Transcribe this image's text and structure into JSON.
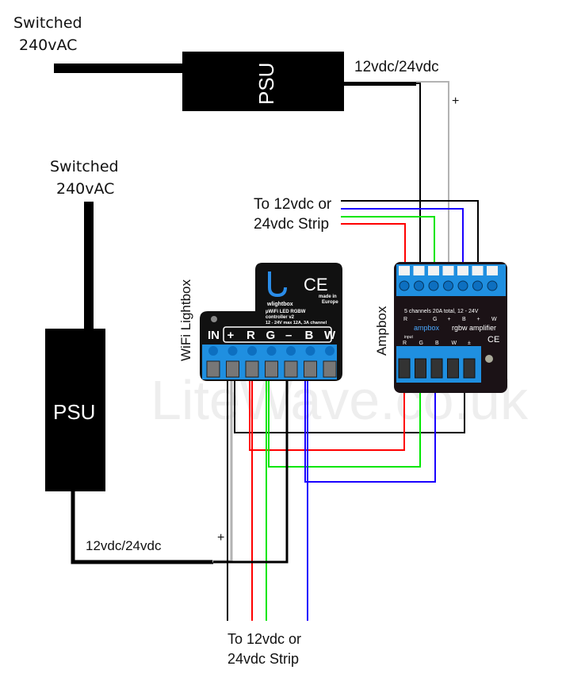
{
  "diagram": {
    "watermark": "LiteWave.co.uk",
    "top_psu": {
      "input_label_line1": "Switched",
      "input_label_line2": "240vAC",
      "name": "PSU",
      "output_label": "12vdc/24vdc",
      "positive_marker": "+"
    },
    "left_psu": {
      "input_label_line1": "Switched",
      "input_label_line2": "240vAC",
      "name": "PSU",
      "output_label": "12vdc/24vdc",
      "positive_marker": "+"
    },
    "lightbox": {
      "side_label": "WiFi Lightbox",
      "brand": "wlightbox",
      "ce_mark": "CE",
      "made_in_line1": "made in",
      "made_in_line2": "Europe",
      "desc_line1": "µWiFi LED RGBW",
      "desc_line2": "controller v2",
      "desc_line3": "12 - 24V max 12A, 3A channel",
      "terminals": [
        "IN",
        "+",
        "R",
        "G",
        "–",
        "B",
        "W"
      ]
    },
    "ampbox": {
      "side_label": "Ampbox",
      "spec": "5 channels 20A total, 12 - 24V",
      "output_terminals": [
        "R",
        "–",
        "G",
        "+",
        "B",
        "+",
        "W"
      ],
      "brand": "ampbox",
      "subtitle": "rgbw amplifier",
      "input_label": "input",
      "input_terminals": [
        "R",
        "G",
        "B",
        "W",
        "±"
      ],
      "ce_mark": "CE"
    },
    "strip_top": {
      "label_line1": "To 12vdc or",
      "label_line2": "24vdc Strip"
    },
    "strip_bottom": {
      "label_line1": "To 12vdc or",
      "label_line2": "24vdc Strip"
    },
    "wire_colors": {
      "power": "#000000",
      "positive": "#b3b3b3",
      "red": "#ff0000",
      "green": "#00e600",
      "blue": "#1a00ff",
      "negative": "#000000"
    }
  }
}
